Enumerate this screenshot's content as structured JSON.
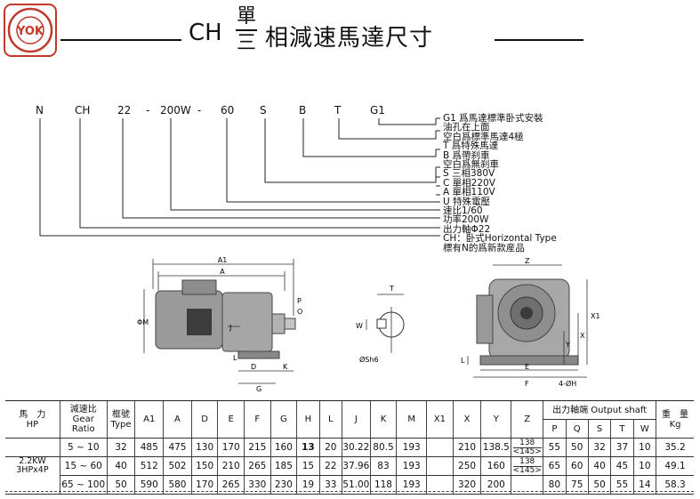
{
  "header": {
    "logo_text": "YOK",
    "title_prefix": "CH",
    "title_top": "單",
    "title_bottom": "三",
    "title_main": "相減速馬達尺寸"
  },
  "model_code": {
    "parts": [
      "N",
      "CH",
      "22",
      "-",
      "200W",
      "-",
      "60",
      "S",
      "B",
      "T",
      "G1"
    ]
  },
  "legend": [
    "G1 爲馬達標準卧式安裝",
    "油孔在上面",
    "空白爲標準馬達4極",
    "T 爲特殊馬達",
    "B  爲帶刹車",
    "空白爲無刹車",
    "S  三相380V",
    "C  單相220V",
    "A  單相110V",
    "U  特殊電壓",
    "速比1/60",
    "功率200W",
    "出力軸Φ22",
    "CH：卧式Horizontal Type",
    "標有N的爲新款産品"
  ],
  "drawings": {
    "side": {
      "dims": [
        "A1",
        "A",
        "ΦM",
        "J",
        "P",
        "O",
        "L",
        "D",
        "K",
        "G"
      ]
    },
    "shaft": {
      "dims": [
        "T",
        "W",
        "ØSh6"
      ]
    },
    "front": {
      "dims": [
        "Z",
        "X1",
        "X",
        "Y",
        "L",
        "E",
        "F",
        "4-ØH"
      ]
    }
  },
  "table": {
    "headers": {
      "hp": "馬　力",
      "hp_en": "HP",
      "ratio": "減速比",
      "ratio_en1": "Gear",
      "ratio_en2": "Ratio",
      "type": "框號",
      "type_en": "Type",
      "dims": [
        "A1",
        "A",
        "D",
        "E",
        "F",
        "G",
        "H",
        "L",
        "J",
        "K",
        "M",
        "X1",
        "X",
        "Y",
        "Z"
      ],
      "output_shaft": "出力軸端 Output shaft",
      "shaft_dims": [
        "P",
        "Q",
        "S",
        "T",
        "W"
      ],
      "weight": "重　量",
      "weight_en": "Kg"
    },
    "power": {
      "kw": "2.2KW",
      "hp": "3HPx4P"
    },
    "rows": [
      {
        "ratio": "5 ~ 10",
        "type": "32",
        "A1": "485",
        "A": "475",
        "D": "130",
        "E": "170",
        "F": "215",
        "G": "160",
        "H": "13",
        "L": "20",
        "J": "30.22",
        "K": "80.5",
        "M": "193",
        "X1": "",
        "X": "210",
        "Y": "138.5",
        "Z_top": "138",
        "Z_bottom": "<145>",
        "P": "55",
        "Q": "50",
        "S": "32",
        "T": "37",
        "W": "10",
        "Kg": "35.2"
      },
      {
        "ratio": "15 ~ 60",
        "type": "40",
        "A1": "512",
        "A": "502",
        "D": "150",
        "E": "210",
        "F": "265",
        "G": "185",
        "H": "15",
        "L": "22",
        "J": "37.96",
        "K": "83",
        "M": "193",
        "X1": "",
        "X": "250",
        "Y": "160",
        "Z_top": "138",
        "Z_bottom": "<145>",
        "P": "65",
        "Q": "60",
        "S": "40",
        "T": "45",
        "W": "10",
        "Kg": "49.1"
      },
      {
        "ratio": "65 ~ 100",
        "type": "50",
        "A1": "590",
        "A": "580",
        "D": "170",
        "E": "265",
        "F": "330",
        "G": "230",
        "H": "19",
        "L": "33",
        "J": "51.00",
        "K": "118",
        "M": "193",
        "X1": "",
        "X": "320",
        "Y": "200",
        "Z_top": "",
        "Z_bottom": "",
        "P": "80",
        "Q": "75",
        "S": "50",
        "T": "55",
        "W": "14",
        "Kg": "58.3"
      }
    ]
  }
}
